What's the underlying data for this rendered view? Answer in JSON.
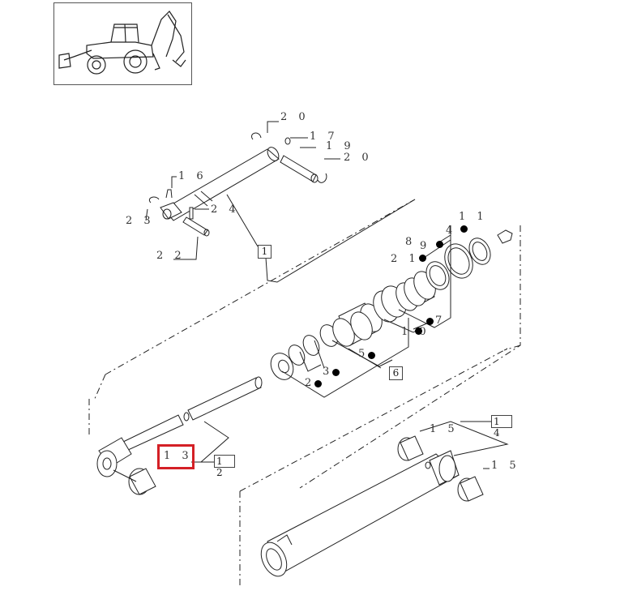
{
  "diagram": {
    "callouts": {
      "c20a": "2 0",
      "c17": "1 7",
      "c19": "1 9",
      "c20b": "2 0",
      "c16": "1 6",
      "c24": "2 4",
      "c23": "2 3",
      "c22": "2 2",
      "c11": "1 1",
      "c4": "4",
      "c8": "8",
      "c9": "9",
      "c21": "2 1",
      "c7": "7",
      "c10": "1 0",
      "c5": "5",
      "c3": "3",
      "c2": "2",
      "c15a": "1 5",
      "c15b": "1 5",
      "c13": "1 3"
    },
    "boxes": {
      "b1": "1",
      "b6": "6",
      "b12": "1 2",
      "b14": "1 4"
    },
    "highlight_color": "#d42026"
  }
}
